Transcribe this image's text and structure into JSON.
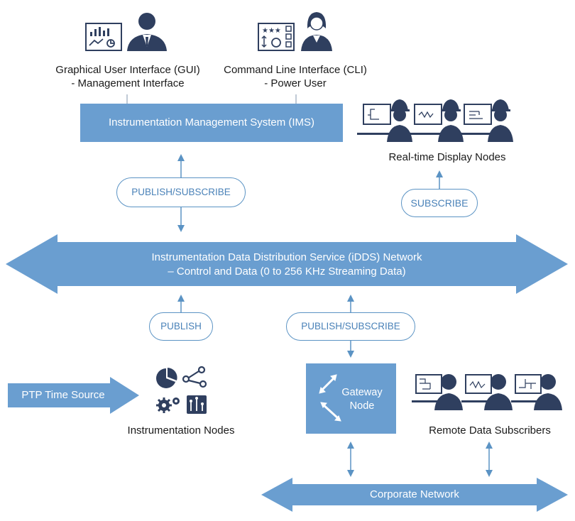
{
  "gui": {
    "line1": "Graphical User Interface (GUI)",
    "line2": "- Management Interface"
  },
  "cli": {
    "line1": "Command Line Interface (CLI)",
    "line2": "- Power User"
  },
  "ims": {
    "label": "Instrumentation Management System (IMS)"
  },
  "realtime": {
    "label": "Real-time Display Nodes"
  },
  "pills": {
    "ims_pubsub": "PUBLISH/SUBSCRIBE",
    "realtime_subscribe": "SUBSCRIBE",
    "nodes_publish": "PUBLISH",
    "gateway_pubsub": "PUBLISH/SUBSCRIBE"
  },
  "idds": {
    "line1": "Instrumentation Data Distribution Service (iDDS) Network",
    "line2": "– Control and Data (0 to 256 KHz Streaming Data)"
  },
  "ptp": {
    "label": "PTP Time Source"
  },
  "instrumentation_nodes": {
    "label": "Instrumentation Nodes"
  },
  "gateway": {
    "line1": "Gateway",
    "line2": "Node"
  },
  "remote": {
    "label": "Remote Data Subscribers"
  },
  "corporate": {
    "label": "Corporate Network"
  },
  "colors": {
    "primary": "#6a9ed0",
    "dark": "#2f3f5f",
    "line": "#5b93c4"
  }
}
